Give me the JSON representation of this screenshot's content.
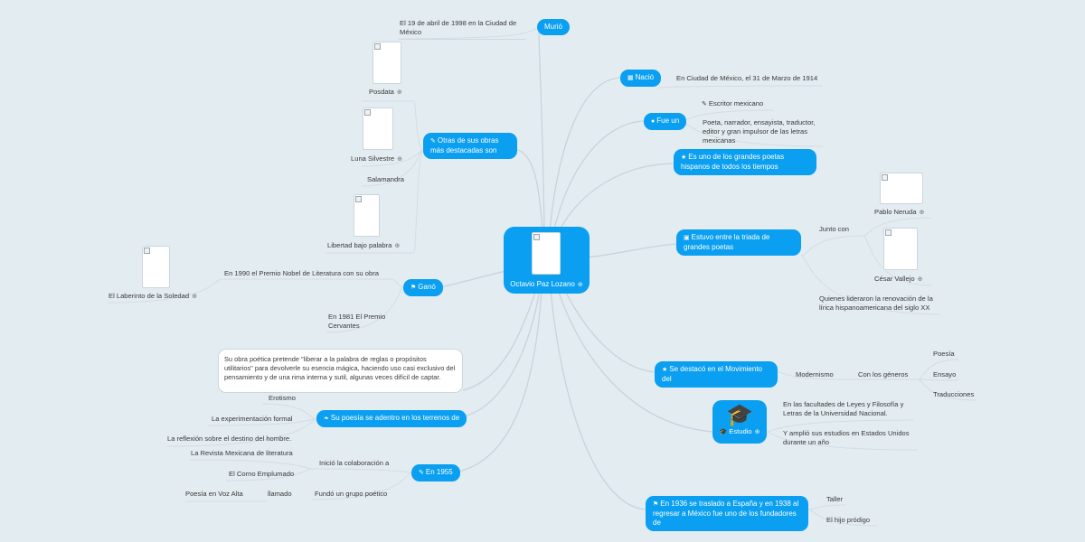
{
  "center": {
    "title": "Octavio Paz Lozano",
    "link_icon": "link-icon"
  },
  "murio": {
    "label": "Murió",
    "date": "El 19 de abril de 1998 en la Ciudad de México"
  },
  "obras": {
    "label": "Otras de sus obras más destacadas son",
    "items": [
      "Posdata",
      "Luna Silvestre",
      "Salamandra",
      "Libertad bajo palabra"
    ]
  },
  "gano": {
    "label": "Ganó",
    "nobel": "En 1990 el Premio Nobel de Literatura con su obra",
    "nobel_book": "El Laberinto de la Soledad",
    "cervantes": "En 1981 El Premio Cervantes"
  },
  "note": "Su obra poética pretende \"liberar a la palabra de reglas o propósitos utilitarios\" para devolverle su esencia mágica, haciendo uso casi exclusivo del pensamiento y de una rima interna y sutil, algunas veces difícil de captar.",
  "poesia": {
    "label": "Su poesía se adentro en los terrenos de",
    "items": [
      "Erotismo",
      "La experimentación formal",
      "La reflexión sobre el destino del hombre."
    ]
  },
  "en1955": {
    "label": "En 1955",
    "colab": "Inició la colaboración a",
    "colab_items": [
      "La Revista Mexicana de literatura",
      "El Corno Emplumado"
    ],
    "grupo": "Fundó un grupo poético",
    "llamado": "llamado",
    "grupo_name": "Poesía en Voz Alta"
  },
  "nacio": {
    "label": "Nació",
    "text": "En Ciudad de México, el 31 de Marzo de 1914"
  },
  "fue": {
    "label": "Fue un",
    "items": [
      "Escritor mexicano",
      "Poeta, narrador, ensayista, traductor, editor y gran impulsor de las letras mexicanas"
    ]
  },
  "poetas": {
    "label": "Es uno de los grandes poetas hispanos de todos los tiempos"
  },
  "triada": {
    "label": "Estuvo entre la triada de grandes poetas",
    "junto": "Junto con",
    "names": [
      "Pablo Neruda",
      "César Vallejo"
    ],
    "lideraron": "Quienes lideraron la renovación de la lírica hispanoamericana del siglo XX"
  },
  "movimiento": {
    "label": "Se destacó en el Movimiento del",
    "modernismo": "Modernismo",
    "generos": "Con los géneros",
    "genre_items": [
      "Poesía",
      "Ensayo",
      "Traducciones"
    ]
  },
  "estudio": {
    "label": "Estudio",
    "items": [
      "En las facultades de Leyes y Filosofía y Letras de la Universidad Nacional.",
      "Y amplió sus estudios en Estados Unidos durante un año"
    ]
  },
  "espana": {
    "label": "En 1936 se traslado a España y en 1938 al regresar a México fue uno de los fundadores de",
    "items": [
      "Taller",
      "El hijo pródigo"
    ]
  },
  "colors": {
    "node": "#0a9ff0",
    "background": "#e3ecf1",
    "line": "#c8d4db"
  }
}
